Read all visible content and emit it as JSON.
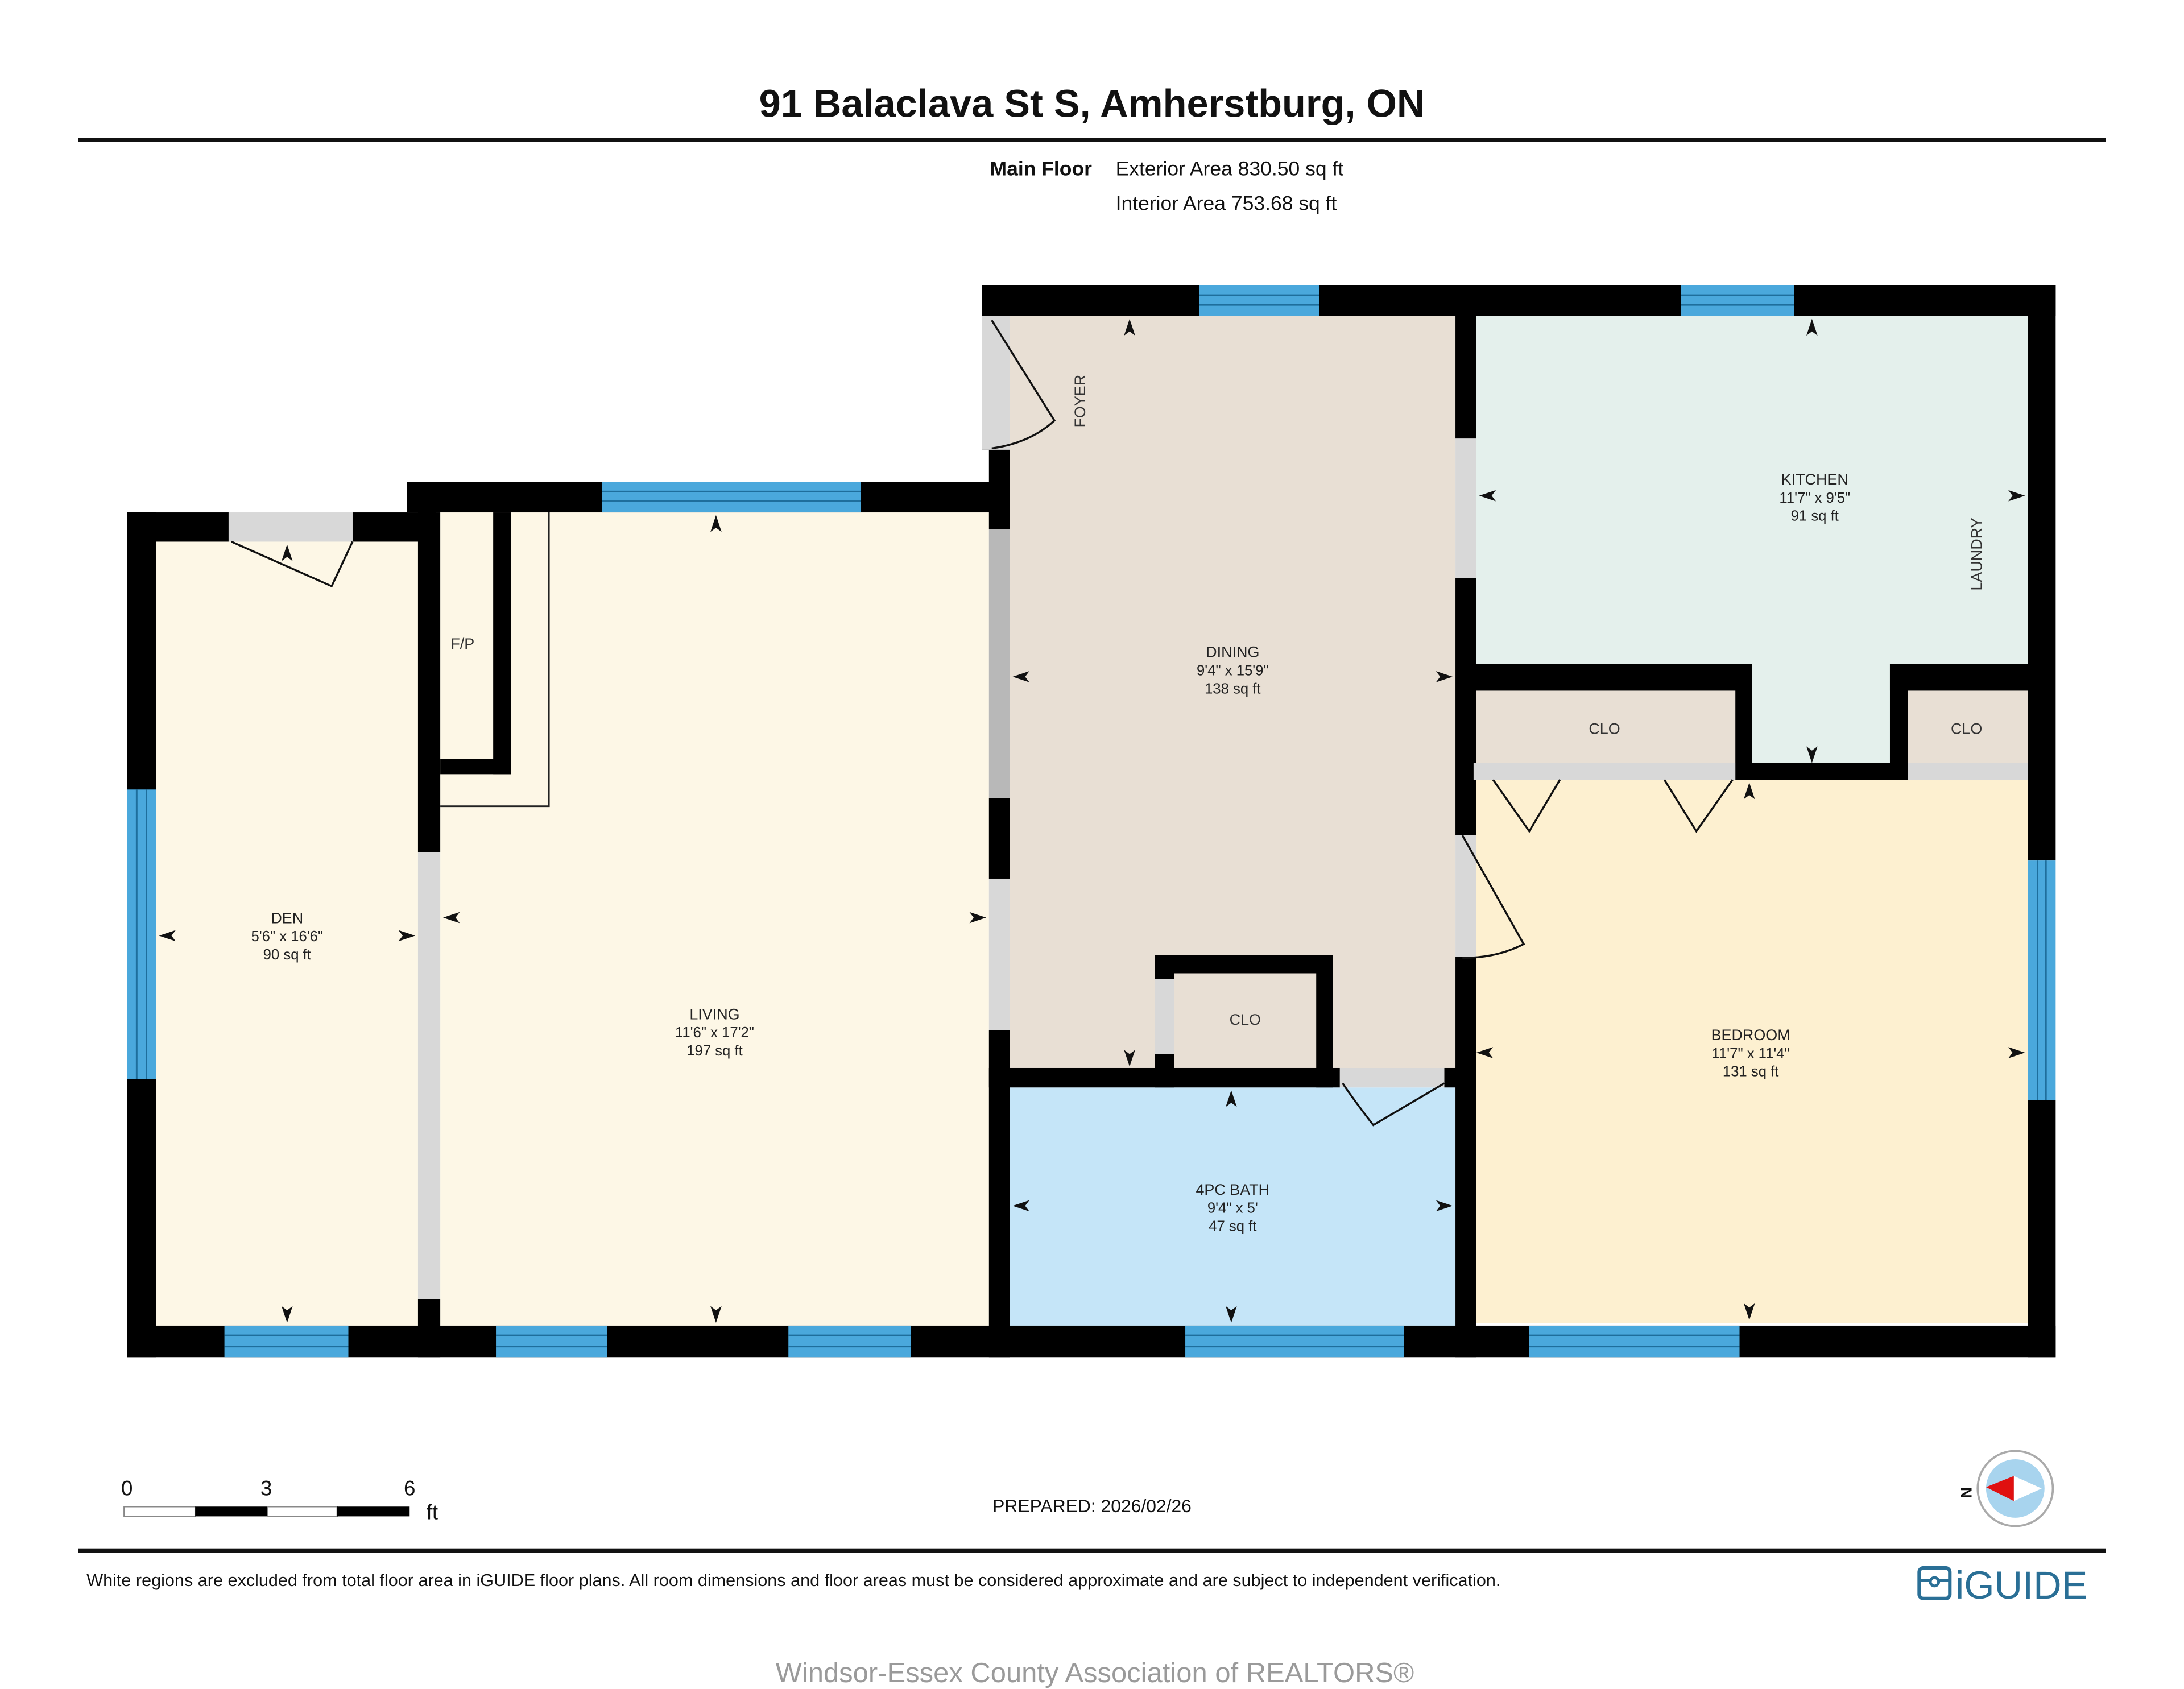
{
  "header": {
    "title": "91 Balaclava St S, Amherstburg, ON",
    "floor_label": "Main Floor",
    "exterior_area": "Exterior Area 830.50 sq ft",
    "interior_area": "Interior Area 753.68 sq ft"
  },
  "rooms": {
    "den": {
      "name": "DEN",
      "dims": "5'6\" x 16'6\"",
      "area": "90 sq ft",
      "color": "#fdf7e6"
    },
    "living": {
      "name": "LIVING",
      "dims": "11'6\" x 17'2\"",
      "area": "197 sq ft",
      "color": "#fdf7e6"
    },
    "dining": {
      "name": "DINING",
      "dims": "9'4\" x 15'9\"",
      "area": "138 sq ft",
      "color": "#e8dfd4"
    },
    "kitchen": {
      "name": "KITCHEN",
      "dims": "11'7\" x 9'5\"",
      "area": "91 sq ft",
      "color": "#e4f0ec"
    },
    "bedroom": {
      "name": "BEDROOM",
      "dims": "11'7\" x 11'4\"",
      "area": "131 sq ft",
      "color": "#fdf0d0"
    },
    "bath": {
      "name": "4PC BATH",
      "dims": "9'4\" x 5'",
      "area": "47 sq ft",
      "color": "#c5e5f8"
    }
  },
  "labels": {
    "fireplace": "F/P",
    "foyer": "FOYER",
    "laundry": "LAUNDRY",
    "closet_1": "CLO",
    "closet_2": "CLO",
    "closet_3": "CLO"
  },
  "colors": {
    "wall": "#000000",
    "window": "#4aa8dc",
    "door_opening": "#d8d8d8",
    "closet": "#e8dfd4"
  },
  "scale_bar": {
    "ticks": [
      "0",
      "3",
      "6"
    ],
    "unit": "ft"
  },
  "compass": {
    "label": "N",
    "needle_color": "#e01010",
    "ring_color": "#a8d4ee"
  },
  "prepared": "PREPARED: 2026/02/26",
  "footer": {
    "disclaimer": "White regions are excluded from total floor area in iGUIDE floor plans. All room dimensions and floor areas must be considered approximate and are subject to independent verification.",
    "logo_text": "iGUIDE",
    "watermark": "Windsor-Essex County Association of REALTORS®"
  }
}
